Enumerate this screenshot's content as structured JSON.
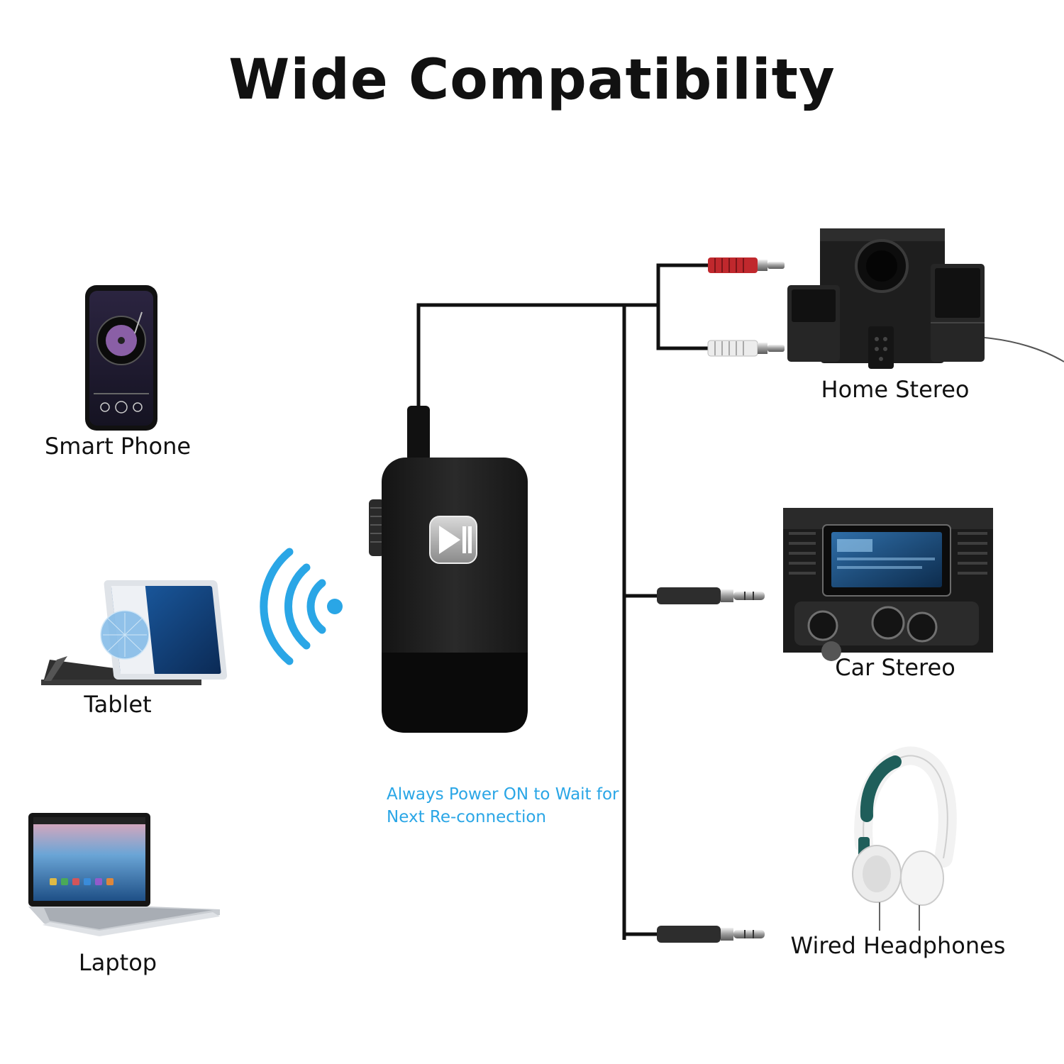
{
  "title": "Wide Compatibility",
  "sources": [
    {
      "label": "Smart Phone",
      "icon": "smartphone-icon"
    },
    {
      "label": "Tablet",
      "icon": "tablet-icon"
    },
    {
      "label": "Laptop",
      "icon": "laptop-icon"
    }
  ],
  "receiver": {
    "icon": "bluetooth-receiver-icon",
    "button_icon": "play-pause-icon",
    "wireless_icon": "wireless-signal-icon",
    "note_line1": "Always Power ON to Wait for",
    "note_line2": "Next Re-connection"
  },
  "outputs": [
    {
      "label": "Home Stereo",
      "icon": "speaker-system-icon",
      "connector": "rca-plug-icon"
    },
    {
      "label": "Car Stereo",
      "icon": "car-dashboard-icon",
      "connector": "aux-plug-icon"
    },
    {
      "label": "Wired Headphones",
      "icon": "headphones-icon",
      "connector": "aux-plug-icon"
    }
  ],
  "colors": {
    "accent": "#2aa6e6",
    "rca_red": "#c0282d",
    "rca_white": "#e8e8e8",
    "device": "#1a1a1a"
  }
}
